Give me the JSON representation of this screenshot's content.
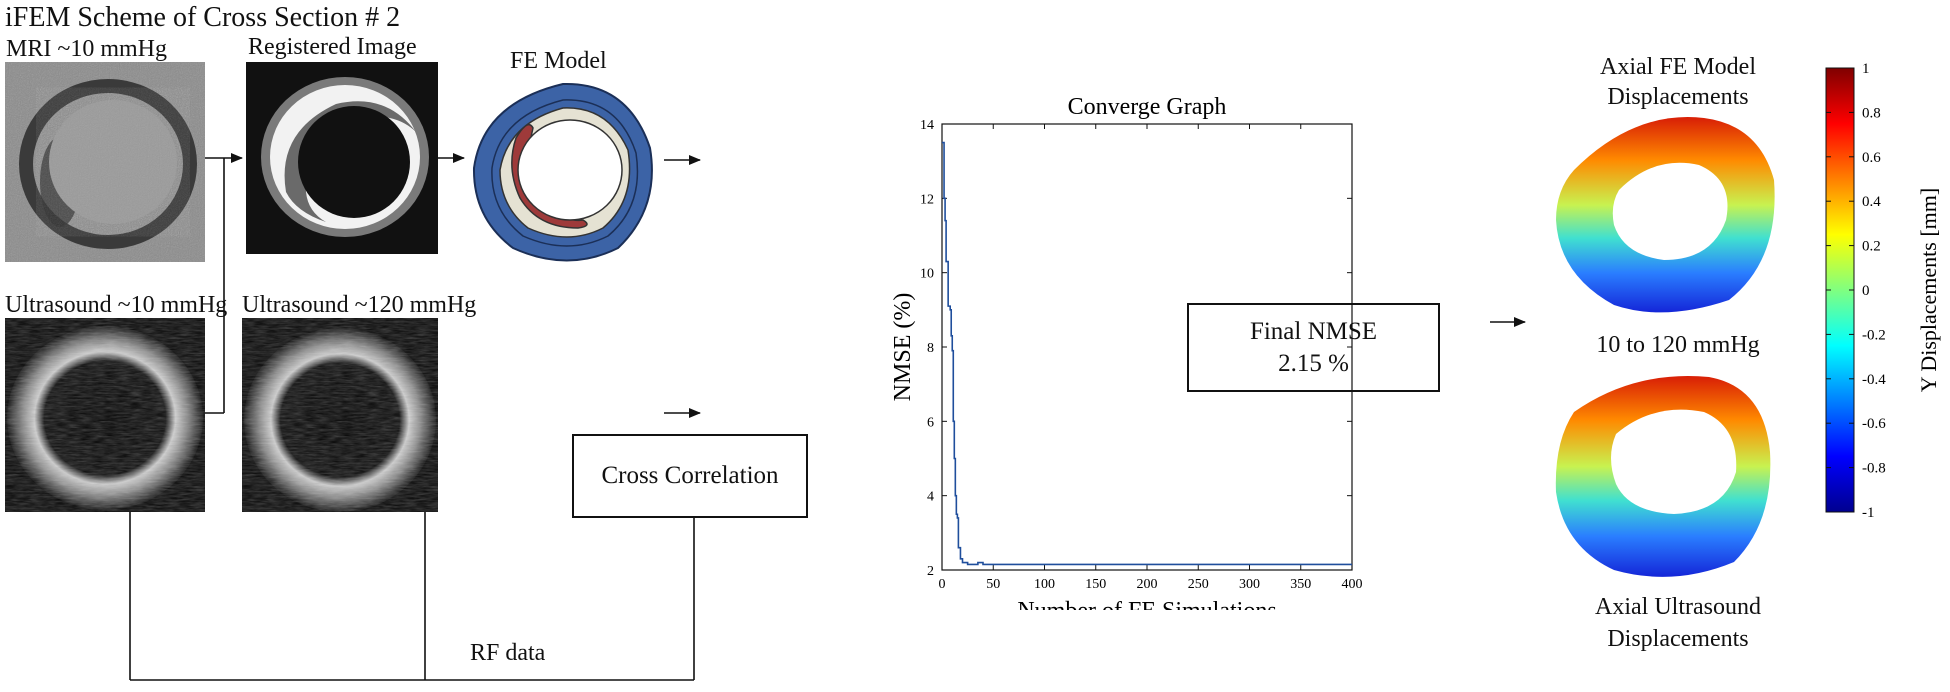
{
  "title": "iFEM Scheme of Cross Section # 2",
  "labels": {
    "mri": "MRI ~10 mmHg",
    "registered": "Registered Image",
    "fe_model": "FE Model",
    "us10": "Ultrasound ~10 mmHg",
    "us120": "Ultrasound ~120 mmHg",
    "rf_data": "RF data",
    "axial_fe_line1": "Axial FE Model",
    "axial_fe_line2": "Displacements",
    "pressure_range": "10 to 120 mmHg",
    "axial_us_line1": "Axial Ultrasound",
    "axial_us_line2": "Displacements"
  },
  "boxes": {
    "cross_correlation": "Cross Correlation",
    "final_nmse_line1": "Final NMSE",
    "final_nmse_line2": "2.15 %"
  },
  "chart_data": {
    "type": "line",
    "title": "Converge Graph",
    "xlabel": "Number of FE Simulations",
    "ylabel": "NMSE (%)",
    "xlim": [
      0,
      400
    ],
    "ylim": [
      2,
      14
    ],
    "xticks": [
      0,
      50,
      100,
      150,
      200,
      250,
      300,
      350,
      400
    ],
    "yticks": [
      2,
      4,
      6,
      8,
      10,
      12,
      14
    ],
    "series": [
      {
        "color": "#1f4e9c",
        "x": [
          0,
          1,
          2,
          3,
          4,
          5,
          6,
          7,
          8,
          9,
          10,
          11,
          12,
          13,
          14,
          15,
          16,
          18,
          20,
          25,
          30,
          35,
          40,
          60,
          100,
          200,
          300,
          400
        ],
        "y": [
          13.5,
          13.5,
          12.0,
          11.4,
          10.3,
          10.3,
          9.1,
          9.1,
          9.0,
          8.3,
          7.9,
          6.0,
          5.0,
          4.0,
          3.5,
          3.4,
          2.6,
          2.3,
          2.2,
          2.15,
          2.15,
          2.2,
          2.15,
          2.15,
          2.15,
          2.15,
          2.15,
          2.15
        ]
      }
    ]
  },
  "colorbar": {
    "label": "Y Displacements [mm]",
    "ticks": [
      "1",
      "0.8",
      "0.6",
      "0.4",
      "0.2",
      "0",
      "-0.2",
      "-0.4",
      "-0.6",
      "-0.8",
      "-1"
    ],
    "colors": [
      "#800000",
      "#ff0000",
      "#ff8000",
      "#ffff00",
      "#80ff80",
      "#00ffff",
      "#0080ff",
      "#0000ff",
      "#00008f"
    ]
  }
}
